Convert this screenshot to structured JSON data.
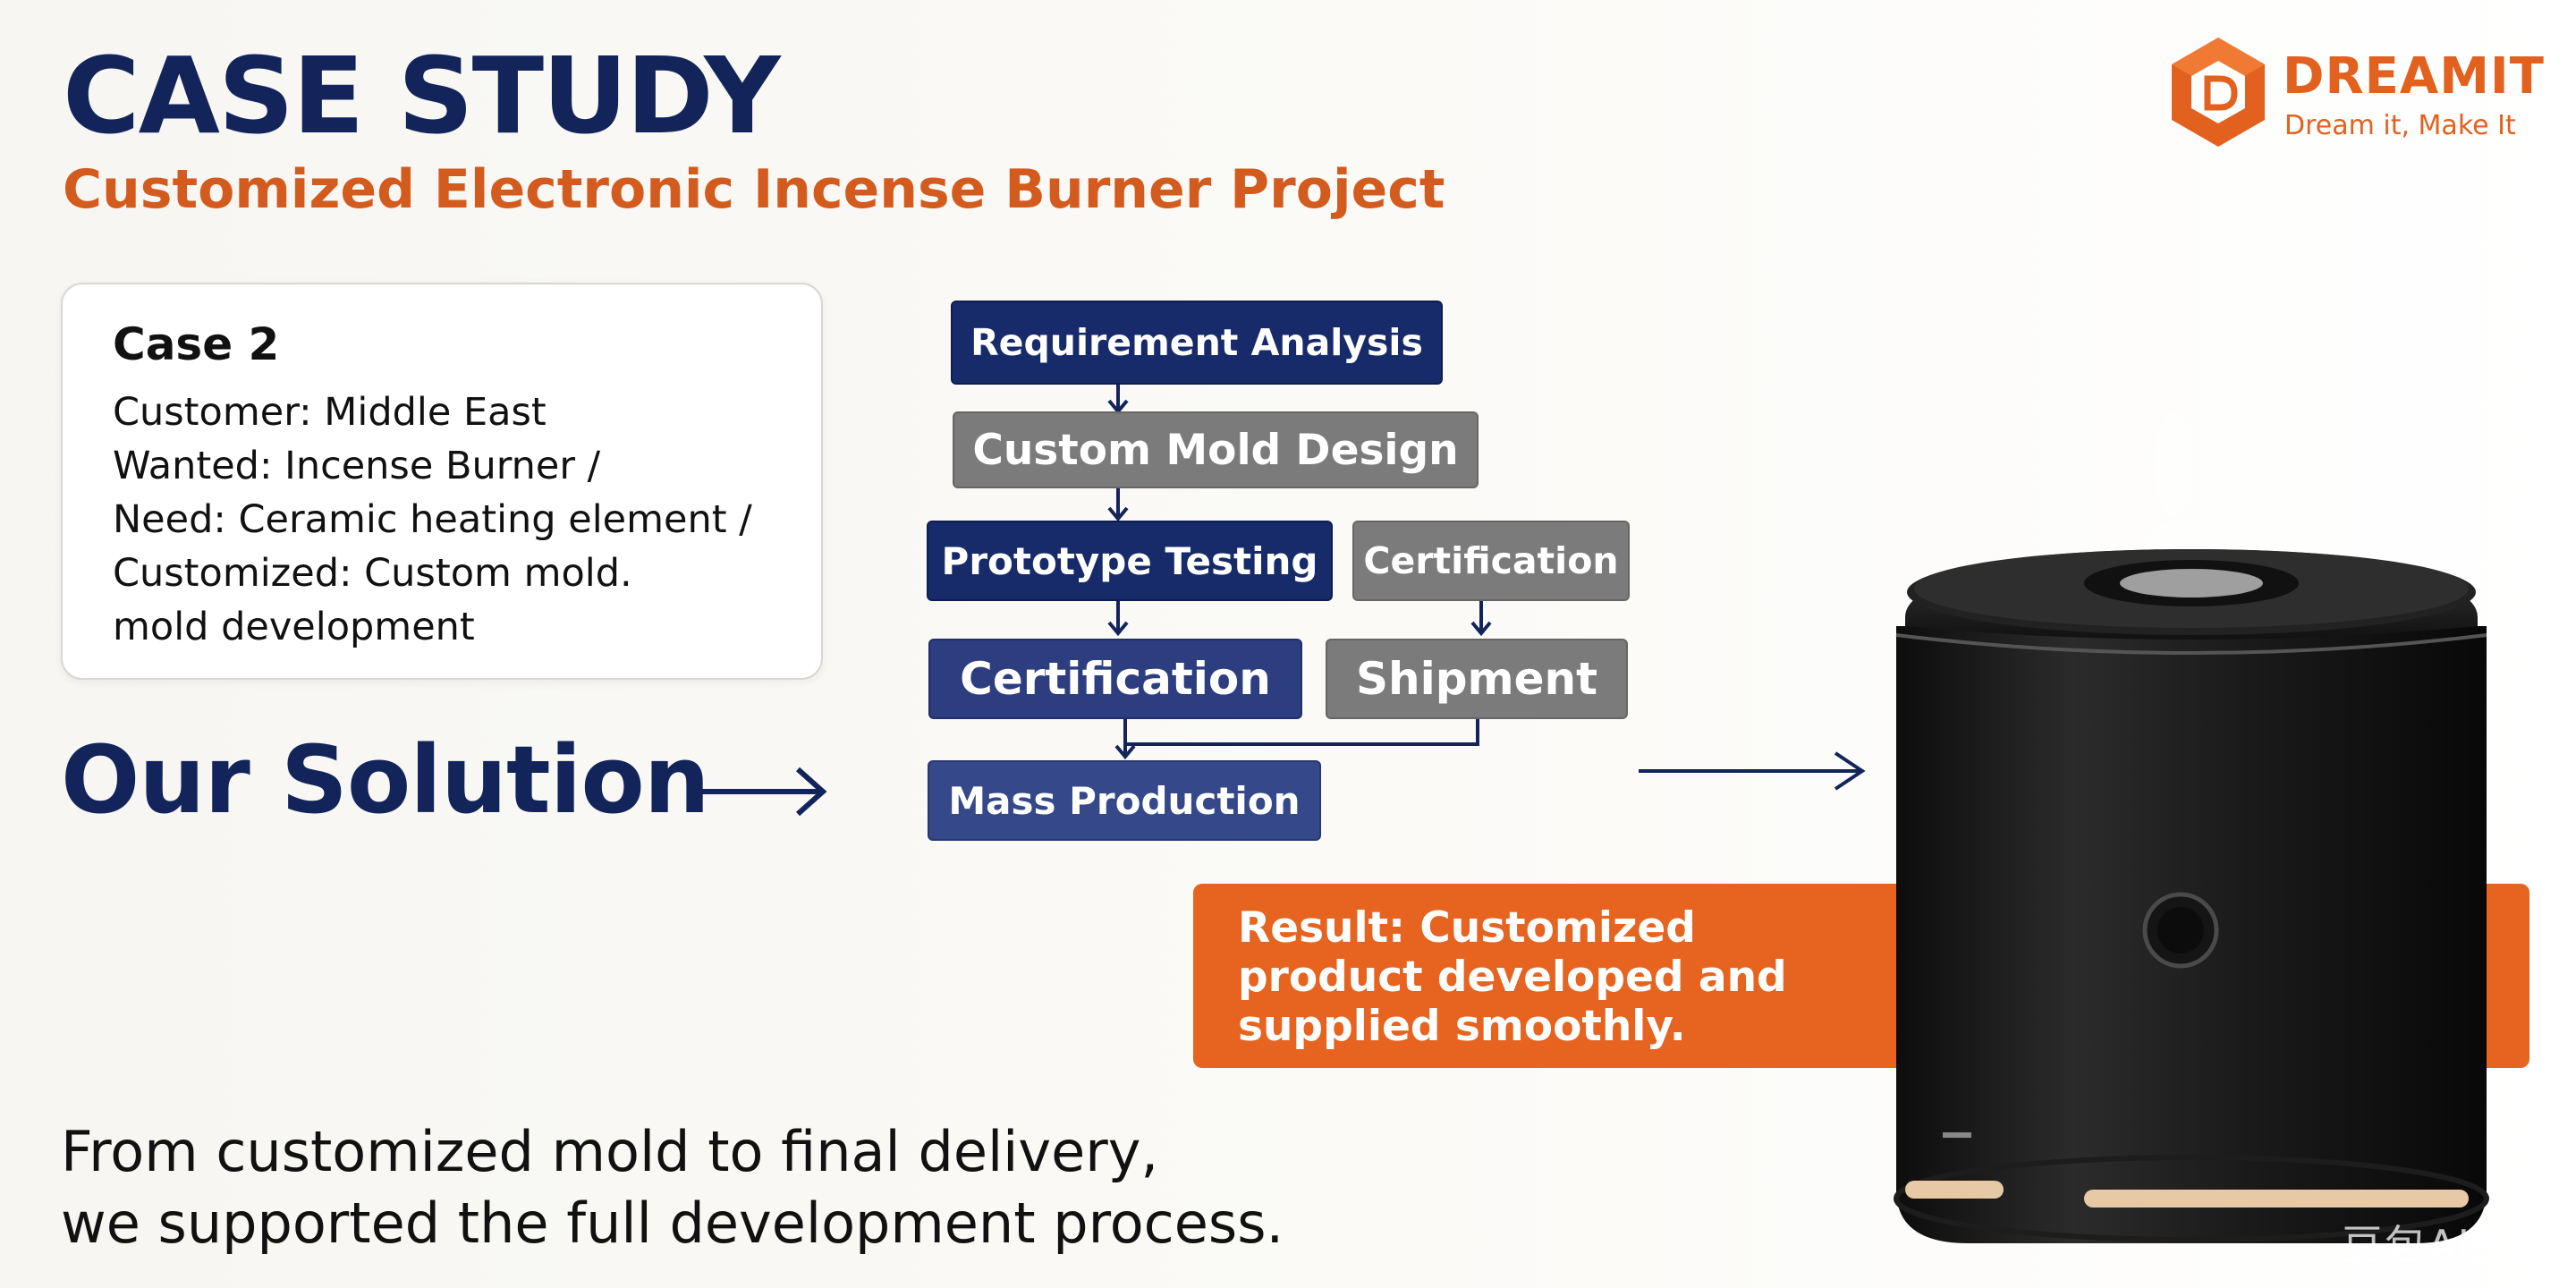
{
  "header": {
    "title": "CASE STUDY",
    "subtitle": "Customized Electronic Incense Burner Project"
  },
  "logo": {
    "brand": "DREAMIT",
    "tagline": "Dream it, Make It",
    "icon": "hexagon-d-logo-icon",
    "color": "#e2611f"
  },
  "case": {
    "heading": "Case 2",
    "lines": [
      "Customer: Middle East",
      "Wanted: Incense Burner /",
      "Need: Ceramic heating element /",
      "Customized: Custom mold.",
      "mold development"
    ]
  },
  "solution": {
    "label": "Our Solution",
    "arrow_icon": "arrow-right-icon"
  },
  "flow": {
    "requirement": "Requirement Analysis",
    "mold_design": "Custom Mold Design",
    "prototype": "Prototype Testing",
    "certification_top": "Certification",
    "certification": "Certification",
    "shipment": "Shipment",
    "mass_production": "Mass Production"
  },
  "result": {
    "text": "Result: Customized product developed and supplied smoothly."
  },
  "closing": {
    "line1": "From customized mold to final delivery,",
    "line2": "we supported the full development process."
  },
  "watermark": "豆包AI生成",
  "colors": {
    "navy": "#13245b",
    "orange": "#e6641f",
    "gray": "#7b7b7b"
  }
}
